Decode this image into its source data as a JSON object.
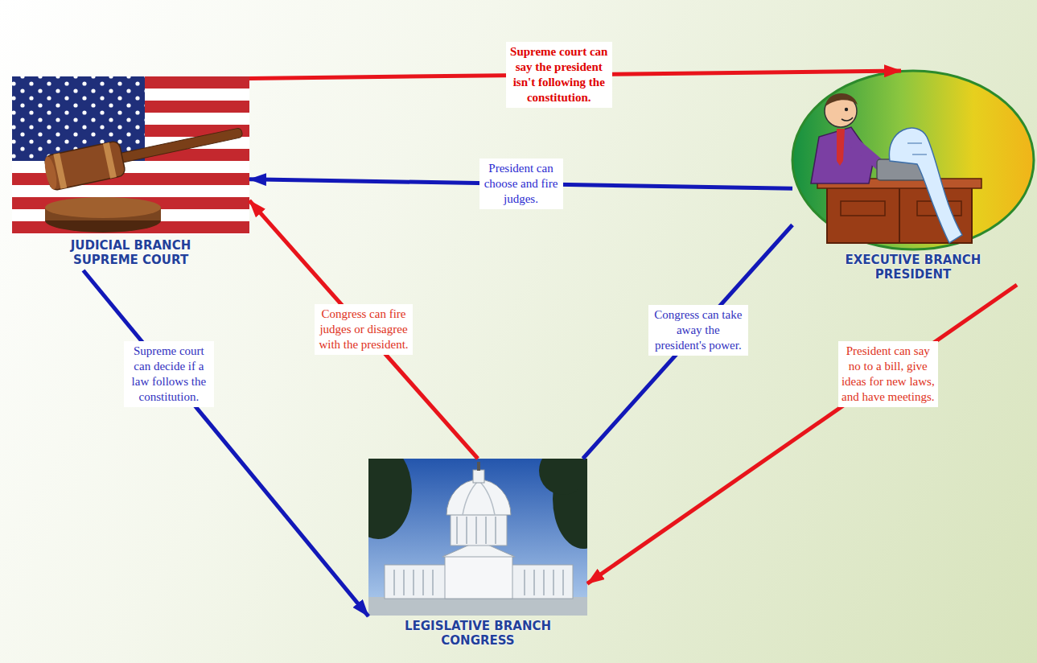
{
  "diagram": {
    "nodes": [
      {
        "text": [
          "JUDICIAL BRANCH SUPREME COURT"
        ]
      },
      {
        "text": [
          "EXECUTIVE BRANCH PRESIDENT"
        ]
      },
      {
        "text": [
          "LEGISLATIVE BRANCH CONGRESS"
        ]
      }
    ],
    "edges": [
      {
        "from": 0,
        "to": 1,
        "arrow": "to",
        "label": "Supreme court can say the president isn't following the constitution."
      },
      {
        "from": 1,
        "to": 0,
        "arrow": "to",
        "label": "President can choose and fire judges."
      },
      {
        "from": 2,
        "to": 0,
        "arrow": "to",
        "label": "Congress can fire judges or disagree with the president."
      },
      {
        "from": 2,
        "to": 1,
        "arrow": "none",
        "label": "Congress can take away the president's power."
      },
      {
        "from": 0,
        "to": 2,
        "arrow": "to",
        "label": "Supreme court can decide if a law follows the constitution."
      },
      {
        "from": 1,
        "to": 2,
        "arrow": "to",
        "label": "President can say no to a bill, give ideas for new laws, and have meetings."
      }
    ]
  }
}
